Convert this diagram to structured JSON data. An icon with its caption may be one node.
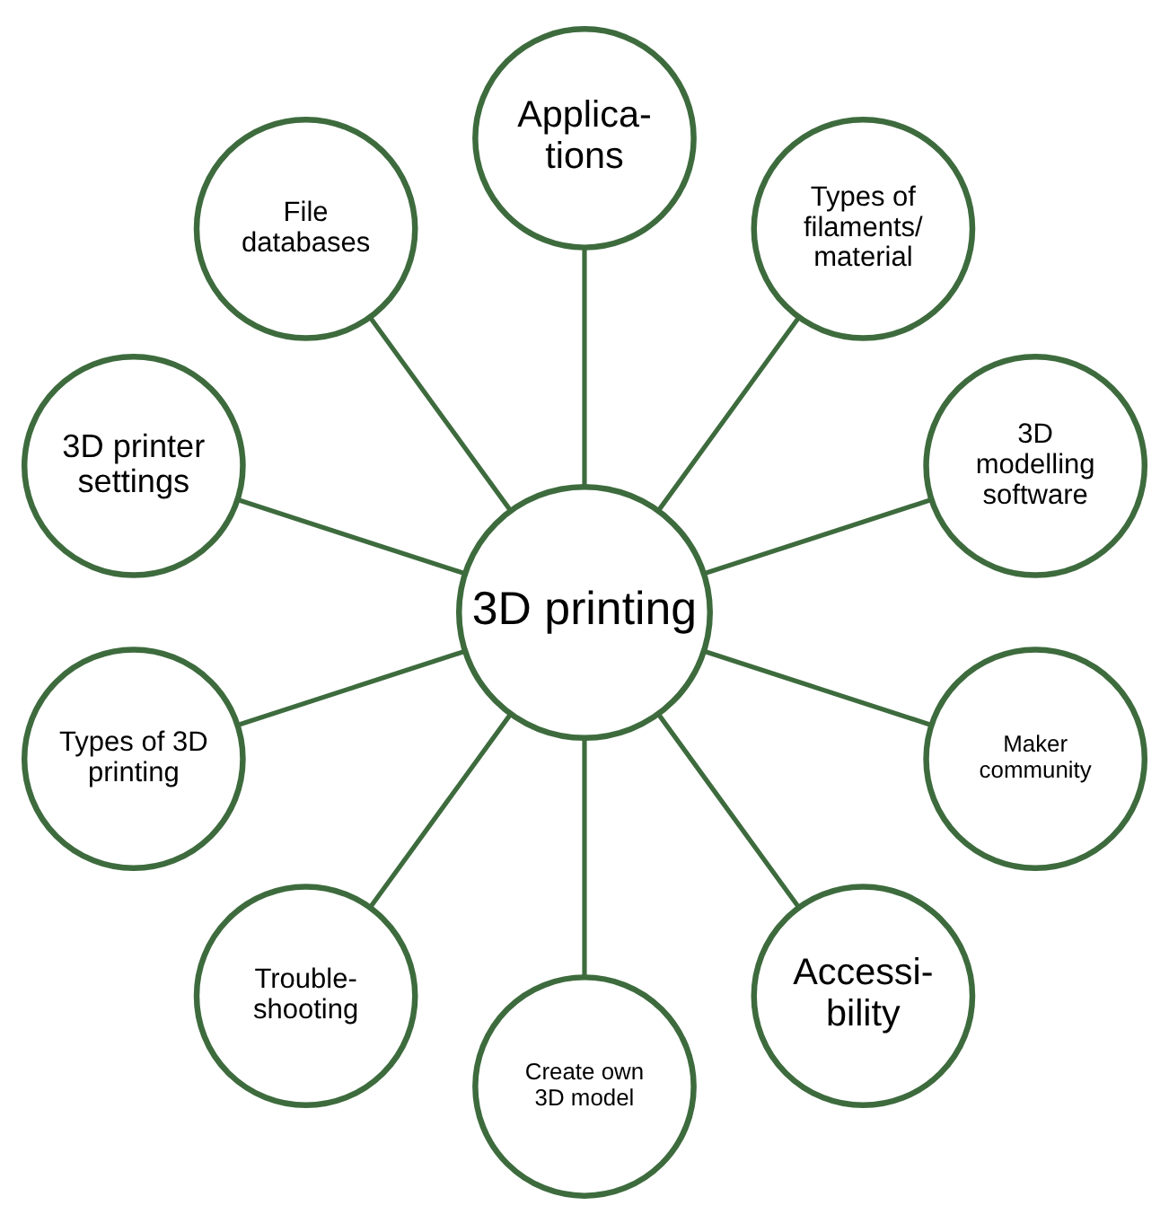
{
  "diagram": {
    "nodes": [
      {
        "text": [
          "3D printing"
        ]
      },
      {
        "text": [
          "3D modelling software"
        ]
      },
      {
        "text": [
          "Types of filaments/ material"
        ]
      },
      {
        "text": [
          "Applica- tions"
        ]
      },
      {
        "text": [
          "File databases"
        ]
      },
      {
        "text": [
          "3D printer settings"
        ]
      },
      {
        "text": [
          "Types of 3D printing"
        ]
      },
      {
        "text": [
          "Trouble- shooting"
        ]
      },
      {
        "text": [
          "Create own 3D model"
        ]
      },
      {
        "text": [
          "Accessi- bility"
        ]
      },
      {
        "text": [
          "Maker community"
        ]
      }
    ],
    "edges": [
      {
        "from": 0,
        "to": 1,
        "arrow": "none"
      },
      {
        "from": 0,
        "to": 2,
        "arrow": "none"
      },
      {
        "from": 0,
        "to": 3,
        "arrow": "none"
      },
      {
        "from": 0,
        "to": 4,
        "arrow": "none"
      },
      {
        "from": 0,
        "to": 5,
        "arrow": "none"
      },
      {
        "from": 0,
        "to": 6,
        "arrow": "none"
      },
      {
        "from": 0,
        "to": 7,
        "arrow": "none"
      },
      {
        "from": 0,
        "to": 8,
        "arrow": "none"
      },
      {
        "from": 0,
        "to": 9,
        "arrow": "none"
      },
      {
        "from": 0,
        "to": 10,
        "arrow": "none"
      }
    ]
  }
}
